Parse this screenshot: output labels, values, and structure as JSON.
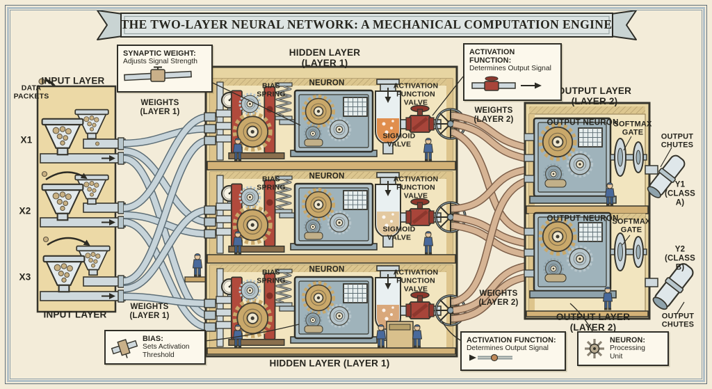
{
  "banner": {
    "title": "THE TWO-LAYER NEURAL NETWORK: A MECHANICAL COMPUTATION ENGINE"
  },
  "input_layer": {
    "heading": "INPUT LAYER",
    "footer": "INPUT LAYER",
    "data_packets_label": "DATA\nPACKETS",
    "inputs": [
      "X1",
      "X2",
      "X3"
    ]
  },
  "weights_layer1": {
    "label": "WEIGHTS\n(LAYER 1)"
  },
  "weights_layer2": {
    "label": "WEIGHTS\n(LAYER 2)"
  },
  "hidden_layer": {
    "heading": "HIDDEN LAYER\n(LAYER 1)",
    "footer": "HIDDEN LAYER (LAYER 1)",
    "rows": [
      {
        "bias_label": "BIAS\nSPRING",
        "neuron_label": "NEURON",
        "activation_label": "ACTIVATION\nFUNCTION\nVALVE",
        "sigmoid_label": "SIGMOID\nVALVE"
      },
      {
        "bias_label": "BIAS\nSPRING",
        "neuron_label": "NEURON",
        "activation_label": "ACTIVATION\nFUNCTION\nVALVE",
        "sigmoid_label": "SIGMOID\nVALVE"
      },
      {
        "bias_label": "BIAS\nSPRING",
        "neuron_label": "NEURON",
        "activation_label": "ACTIVATION\nFUNCTION\nVALVE",
        "sigmoid_label": ""
      }
    ]
  },
  "output_layer": {
    "heading": "OUTPUT LAYER\n(LAYER 2)",
    "footer": "OUTPUT LAYER\n(LAYER 2)",
    "units": [
      {
        "neuron_label": "OUTPUT NEURON",
        "softmax_label": "SOFTMAX\nGATE",
        "chute_label": "OUTPUT\nCHUTES",
        "class_label": "Y1\n(CLASS A)"
      },
      {
        "neuron_label": "OUTPUT NEURON",
        "softmax_label": "SOFTMAX\nGATE",
        "chute_label": "OUTPUT\nCHUTES",
        "class_label": "Y2\n(CLASS B)"
      }
    ]
  },
  "callouts": {
    "synaptic_weight": {
      "title": "SYNAPTIC WEIGHT:",
      "body": "Adjusts Signal Strength"
    },
    "activation_top": {
      "title": "ACTIVATION FUNCTION:",
      "body": "Determines Output Signal"
    },
    "bias": {
      "title": "BIAS:",
      "body": "Sets Activation\nThreshold"
    },
    "activation_bottom": {
      "title": "ACTIVATION FUNCTION:",
      "body": "Determines Output Signal"
    },
    "neuron": {
      "title": "NEURON:",
      "body": "Processing\nUnit"
    }
  },
  "colors": {
    "background": "#f3ecd9",
    "panel_tan": "#ecd9a6",
    "steel_pipe": "#c7d4da",
    "copper_pipe": "#d6b494",
    "machine_red": "#b14a3c",
    "machine_blue": "#b2c3ca",
    "outline": "#33322a"
  }
}
